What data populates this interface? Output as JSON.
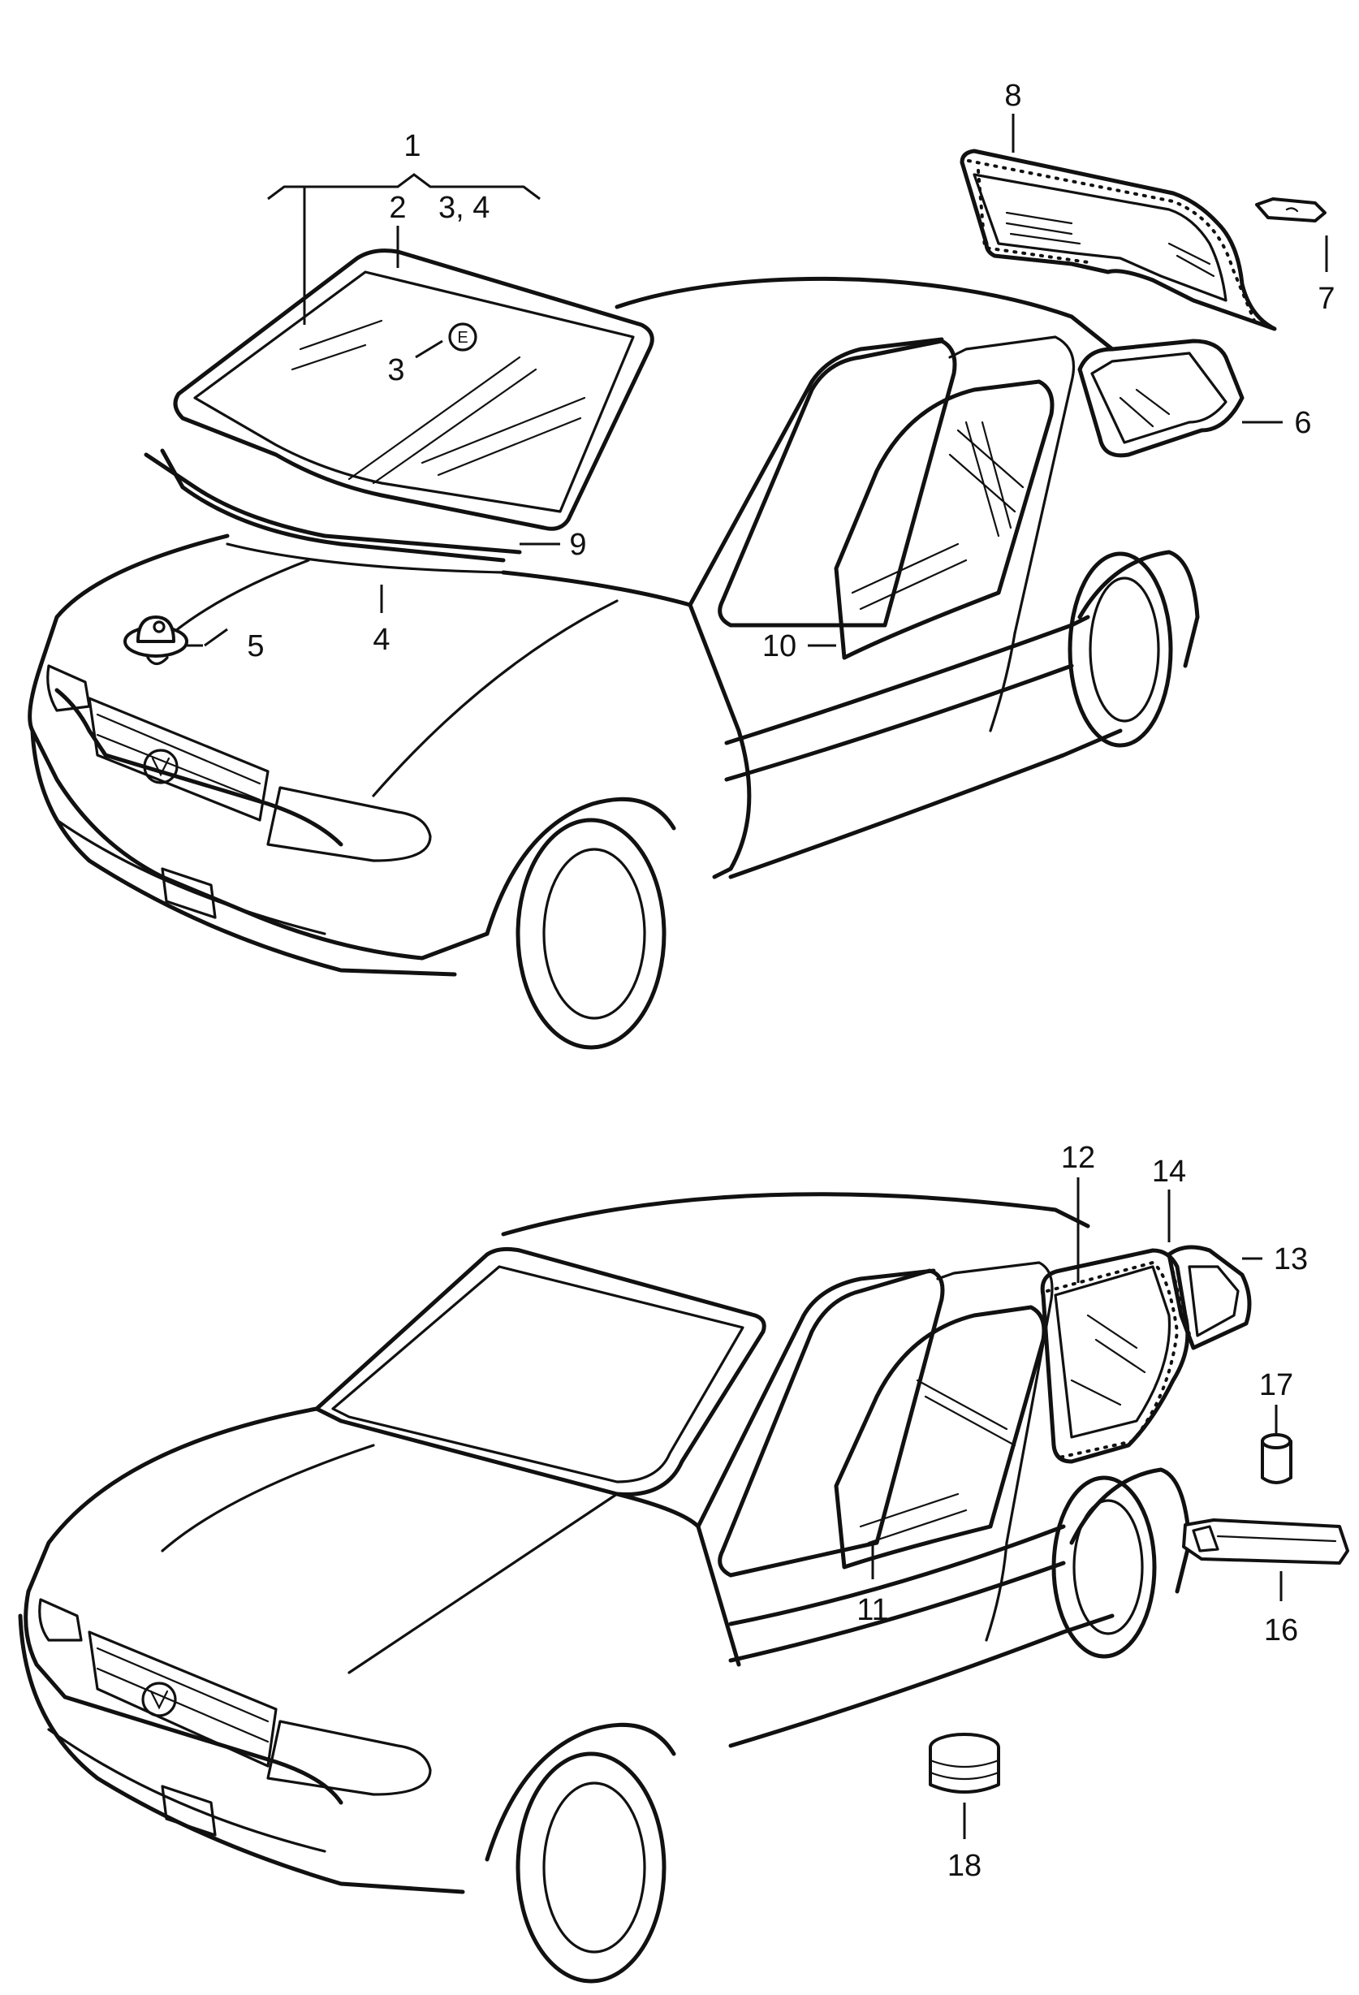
{
  "callouts": {
    "c1": "1",
    "c2": "2",
    "c3_4": "3,  4",
    "c3": "3",
    "c3_circle": "E",
    "c4": "4",
    "c5": "5",
    "c6": "6",
    "c7": "7",
    "c8": "8",
    "c9": "9",
    "c10": "10",
    "c11": "11",
    "c12": "12",
    "c13": "13",
    "c14": "14",
    "c16": "16",
    "c17": "17",
    "c18": "18"
  }
}
